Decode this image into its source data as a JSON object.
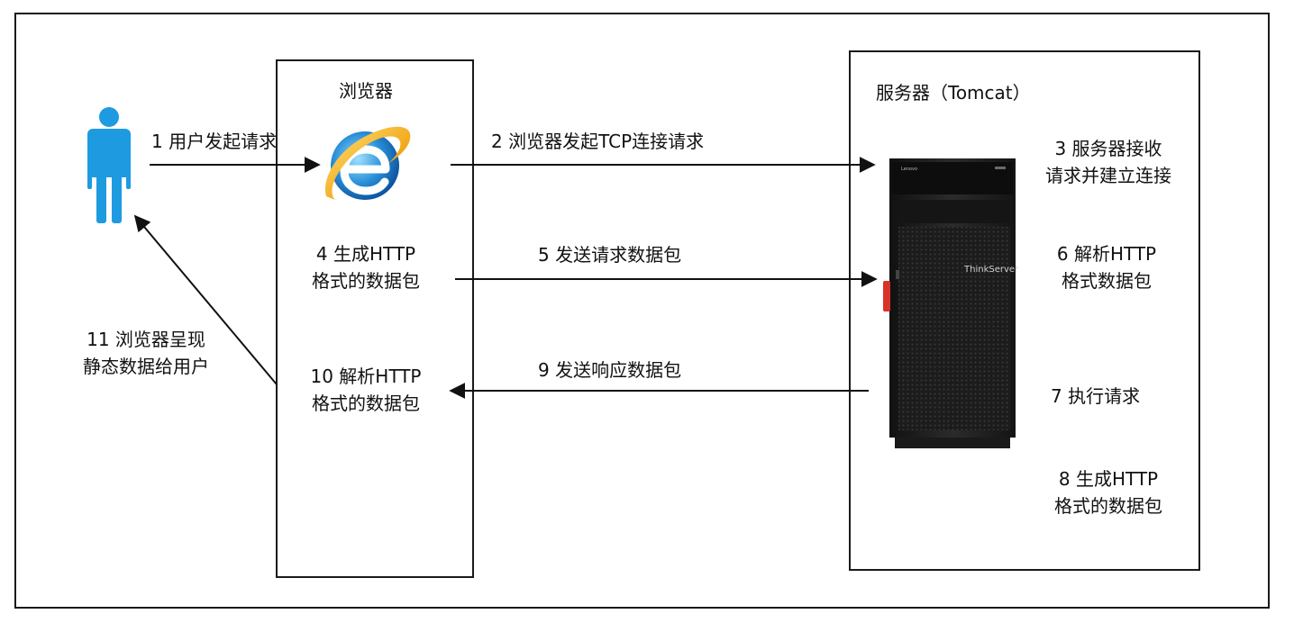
{
  "browser": {
    "title": "浏览器",
    "icon": "internet-explorer-logo"
  },
  "server": {
    "title": "服务器（Tomcat）",
    "icon": "tower-server",
    "brand": "Lenovo",
    "model": "ThinkServer"
  },
  "user": {
    "icon": "person-icon",
    "color": "#1E9BE0"
  },
  "steps": {
    "s1": "1 用户发起请求",
    "s2": "2 浏览器发起TCP连接请求",
    "s3": [
      "3 服务器接收",
      "请求并建立连接"
    ],
    "s4": [
      "4 生成HTTP",
      "格式的数据包"
    ],
    "s5": "5 发送请求数据包",
    "s6": [
      "6 解析HTTP",
      "格式数据包"
    ],
    "s7": "7 执行请求",
    "s8": [
      "8 生成HTTP",
      "格式的数据包"
    ],
    "s9": "9 发送响应数据包",
    "s10": [
      "10 解析HTTP",
      "格式的数据包"
    ],
    "s11": [
      "11 浏览器呈现",
      "静态数据给用户"
    ]
  }
}
